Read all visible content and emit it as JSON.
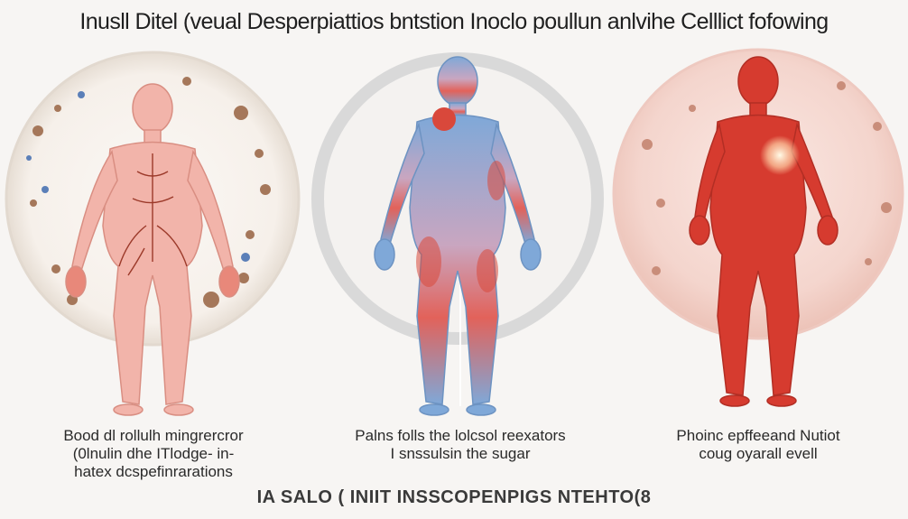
{
  "header": {
    "title": "Inusll Ditel (veual Desperpiattios bntstion Inoclo poullun anlvihe Celllict fofowing"
  },
  "panels": [
    {
      "caption_lines": [
        "Bood dl rollulh mingrercror",
        "(0lnulin dhe ITlodge- in-",
        "hatex dcspefinrarations"
      ],
      "palette": {
        "body": "#f2b4aa",
        "ring": "#ebe4dc",
        "accent": "#c94a3b"
      }
    },
    {
      "caption_lines": [
        "Palns folls the lolcsol reexators",
        "I snssulsin the sugar"
      ],
      "palette": {
        "body": "#7fa8d8",
        "ring": "#dcdcdc",
        "accent": "#d9483b"
      }
    },
    {
      "caption_lines": [
        "Phoinc epffeeand Nutiot",
        "coug oyarall evell"
      ],
      "palette": {
        "body": "#d63b2f",
        "ring": "#f3d6d0",
        "accent": "#ffe6c0"
      }
    }
  ],
  "footer": {
    "text": "IA SALO ( INIIT INSSCOPENPIGS NTEHTO(8"
  }
}
